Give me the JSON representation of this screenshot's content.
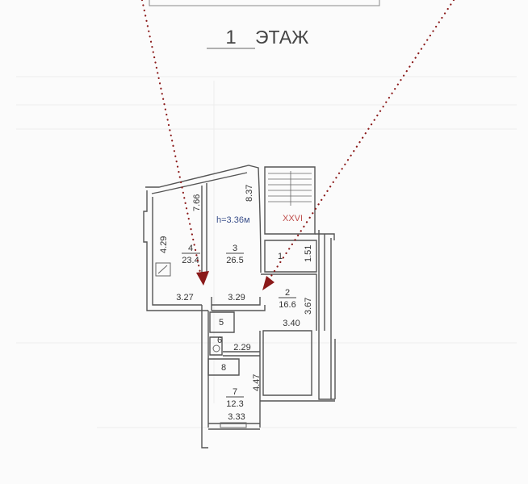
{
  "title": {
    "floor_number": "1",
    "floor_word": "ЭТАЖ"
  },
  "ceiling_height": "h=3.36м",
  "stair_label": "XXVI",
  "rooms": [
    {
      "number": "1",
      "area": ""
    },
    {
      "number": "2",
      "area": "16.6"
    },
    {
      "number": "3",
      "area": "26.5"
    },
    {
      "number": "4",
      "area": "23.4"
    },
    {
      "number": "5",
      "area": ""
    },
    {
      "number": "6",
      "area": ""
    },
    {
      "number": "7",
      "area": "12.3"
    },
    {
      "number": "8",
      "area": ""
    }
  ],
  "dimensions": {
    "room4_length": "7.66",
    "room3_length": "8.37",
    "room4_side": "4.29",
    "room1_width": "1.51",
    "room2_side": "3.67",
    "room4_width": "3.27",
    "room3_width": "3.29",
    "room2_width": "3.40",
    "corridor_width": "2.29",
    "room7_length": "4.47",
    "room7_width": "3.33"
  },
  "colors": {
    "arrow": "#8b1a1a",
    "height_text": "#3a4f8a",
    "stair_text": "#c0504d"
  }
}
